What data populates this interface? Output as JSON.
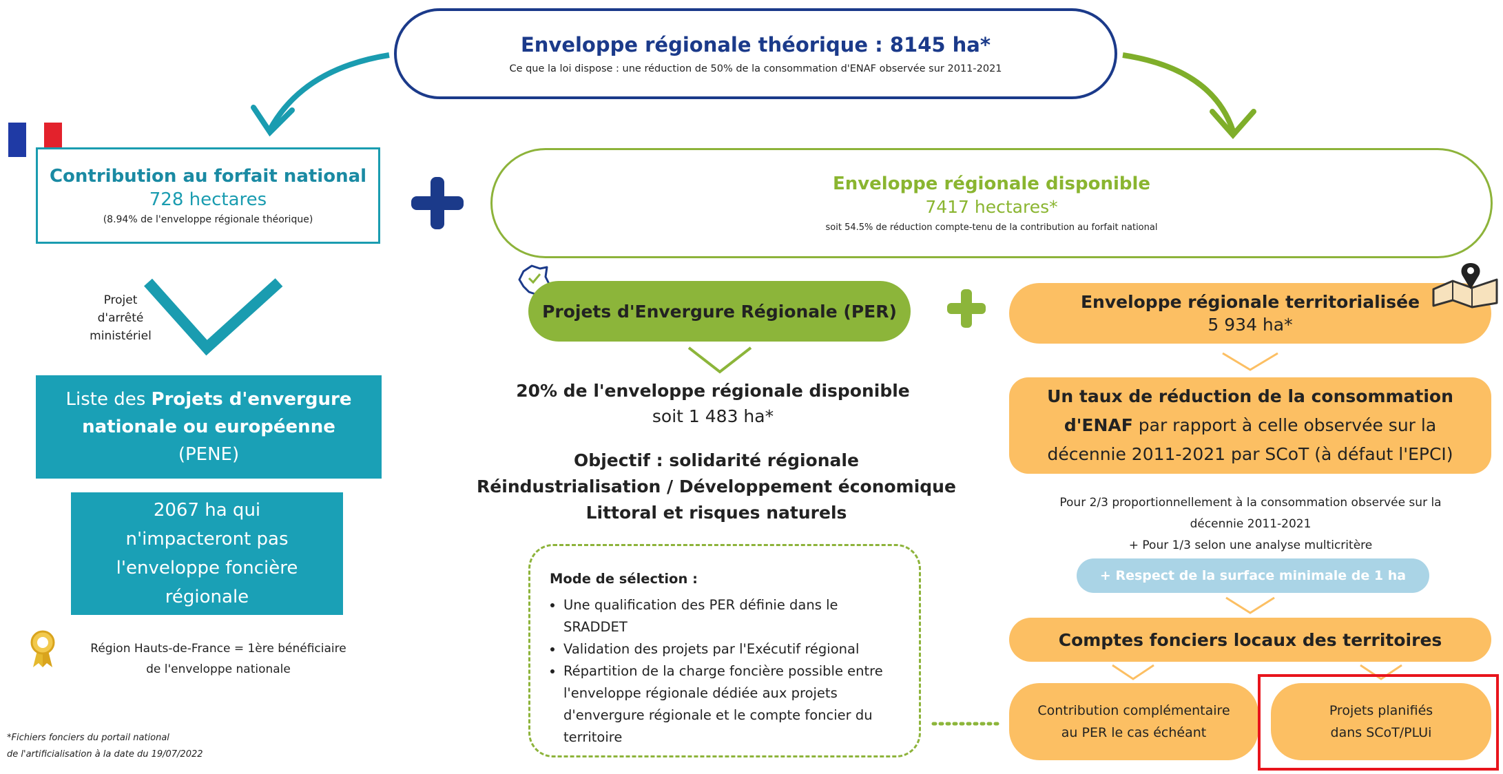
{
  "top": {
    "title": "Enveloppe régionale théorique : 8145 ha*",
    "subtitle": "Ce que la loi dispose : une réduction de 50% de la consommation d'ENAF observée sur 2011-2021"
  },
  "national": {
    "title": "Contribution au forfait national",
    "value": "728 hectares",
    "note": "(8.94% de l'enveloppe régionale théorique)",
    "projet_lines": [
      "Projet",
      "d'arrêté",
      "ministériel"
    ],
    "pene_prefix": "Liste des ",
    "pene_bold": "Projets d'envergure nationale ou européenne",
    "pene_suffix": "(PENE)",
    "impact": "2067 ha qui n'impacteront pas l'enveloppe foncière régionale",
    "hdf_line1": "Région Hauts-de-France = 1ère bénéficiaire",
    "hdf_line2": "de l'enveloppe nationale",
    "flag_colors": [
      "#1f3aa5",
      "#ffffff",
      "#e3222c"
    ]
  },
  "footnote": {
    "line1": "*Fichiers fonciers du portail national",
    "line2": "de l'artificialisation à la date du 19/07/2022"
  },
  "available": {
    "title": "Enveloppe régionale disponible",
    "value": "7417 hectares*",
    "note": "soit 54.5% de réduction compte-tenu de la contribution au forfait national"
  },
  "per": {
    "title": "Projets d'Envergure Régionale (PER)",
    "share_title": "20% de l'enveloppe régionale disponible",
    "share_value": "soit 1 483 ha*",
    "objectives": [
      "Objectif : solidarité régionale",
      "Réindustrialisation / Développement économique",
      "Littoral et risques naturels"
    ],
    "mode_title": "Mode de sélection :",
    "mode_items": [
      "Une qualification des PER définie dans le SRADDET",
      "Validation des projets par l'Exécutif régional",
      "Répartition de la charge foncière possible entre l'enveloppe régionale dédiée aux projets d'envergure régionale et le compte foncier du territoire"
    ]
  },
  "territorial": {
    "title": "Enveloppe régionale territorialisée",
    "value": "5 934 ha*",
    "taux_bold1": "Un taux de réduction de la consommation",
    "taux_bold2": "d'ENAF",
    "taux_rest1": " par rapport à celle observée sur la",
    "taux_rest2": "décennie 2011-2021 par SCoT (à défaut l'EPCI)",
    "prop_line1": "Pour 2/3 proportionnellement à la consommation observée sur la",
    "prop_line2": "décennie 2011-2021",
    "prop_line3": "+ Pour 1/3 selon une analyse multicritère",
    "respect": "+ Respect de la surface minimale de 1 ha",
    "comptes": "Comptes fonciers locaux des territoires",
    "contrib_line1": "Contribution complémentaire",
    "contrib_line2": "au PER le cas échéant",
    "planif_line1": "Projets planifiés",
    "planif_line2": "dans SCoT/PLUi"
  },
  "colors": {
    "navy": "#1b3a8a",
    "teal": "#1aa0b6",
    "green": "#8cb53a",
    "orange": "#fcbf63",
    "light_blue": "#aad4e6",
    "highlight_red": "#e8141c"
  }
}
